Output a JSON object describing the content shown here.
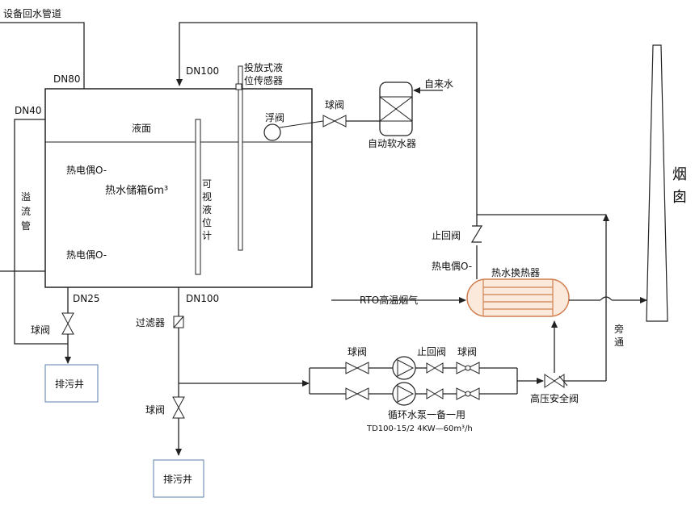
{
  "labels": {
    "return_pipe": "设备回水管道",
    "dn80": "DN80",
    "dn100_top": "DN100",
    "dn40": "DN40",
    "dn25": "DN25",
    "dn100_bottom": "DN100",
    "level_sensor_line1": "投放式液",
    "level_sensor_line2": "位传感器",
    "liquid_surface": "液面",
    "thermocouple_top": "热电偶O-",
    "thermocouple_bottom": "热电偶O-",
    "tank": "热水储箱6m³",
    "level_gauge": [
      "可",
      "视",
      "液",
      "位",
      "计"
    ],
    "overflow": [
      "溢",
      "流",
      "管"
    ],
    "float_valve": "浮阀",
    "ball_valve_softener": "球阀",
    "tap_water": "自来水",
    "softener": "自动软水器",
    "check_valve_return": "止回阀",
    "thermocouple_hx": "热电偶O-",
    "heat_exchanger": "热水换热器",
    "rto_gas": "RTO高温烟气",
    "chimney": [
      "烟",
      "囱"
    ],
    "bypass": [
      "旁",
      "通"
    ],
    "ball_valve_drain1": "球阀",
    "drain_well_1": "排污井",
    "filter": "过滤器",
    "ball_valve_drain2": "球阀",
    "drain_well_2": "排污井",
    "ball_valve_pump_in": "球阀",
    "check_valve_pump": "止回阀",
    "ball_valve_pump_out": "球阀",
    "pump": "循环水泵一备一用",
    "pump_spec": "TD100-15/2 4KW—60m³/h",
    "safety_valve": "高压安全阀"
  }
}
